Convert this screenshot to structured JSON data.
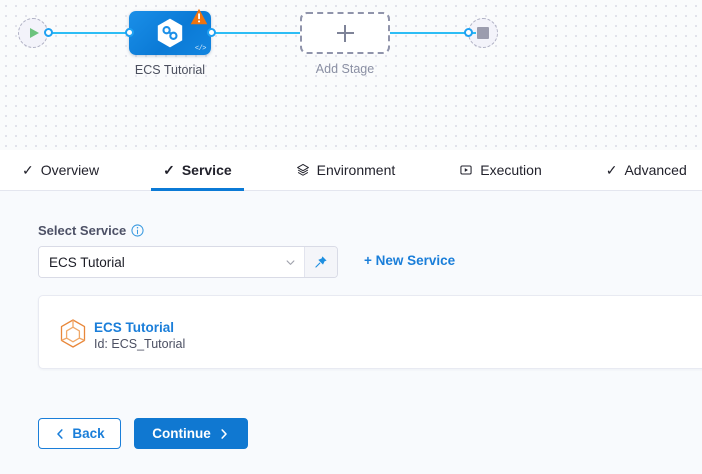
{
  "canvas": {
    "start_node": {
      "icon": "play-icon"
    },
    "end_node": {
      "icon": "stop-icon"
    },
    "stage": {
      "label": "ECS Tutorial",
      "icon": "harness-hexagon-icon",
      "warning_icon": "warning-triangle-icon",
      "code_icon": "code-brackets-icon"
    },
    "add_stage": {
      "label": "Add Stage",
      "icon": "plus-icon"
    }
  },
  "tabs": [
    {
      "label": "Overview",
      "icon": "check-icon",
      "active": false
    },
    {
      "label": "Service",
      "icon": "check-icon",
      "active": true
    },
    {
      "label": "Environment",
      "icon": "layers-icon",
      "active": false
    },
    {
      "label": "Execution",
      "icon": "play-box-icon",
      "active": false
    },
    {
      "label": "Advanced",
      "icon": "check-icon",
      "active": false
    }
  ],
  "service_form": {
    "field_label": "Select Service",
    "info_icon": "info-icon",
    "select_value": "ECS Tutorial",
    "chevron_icon": "chevron-down-icon",
    "pin_icon": "pin-icon",
    "new_service_label": "+ New Service"
  },
  "service_card": {
    "icon": "cube-hexagon-icon",
    "name": "ECS Tutorial",
    "id": "Id: ECS_Tutorial"
  },
  "footer": {
    "back_label": "Back",
    "back_icon": "chevron-left-icon",
    "continue_label": "Continue",
    "continue_icon": "chevron-right-icon"
  },
  "colors": {
    "accent_blue": "#1a7ed9",
    "link_blue": "#2dbdf5",
    "node_blue": "#0b7ad6",
    "warning_orange": "#f0730f",
    "cube_orange": "#e8873a",
    "play_green": "#6cc37e"
  }
}
